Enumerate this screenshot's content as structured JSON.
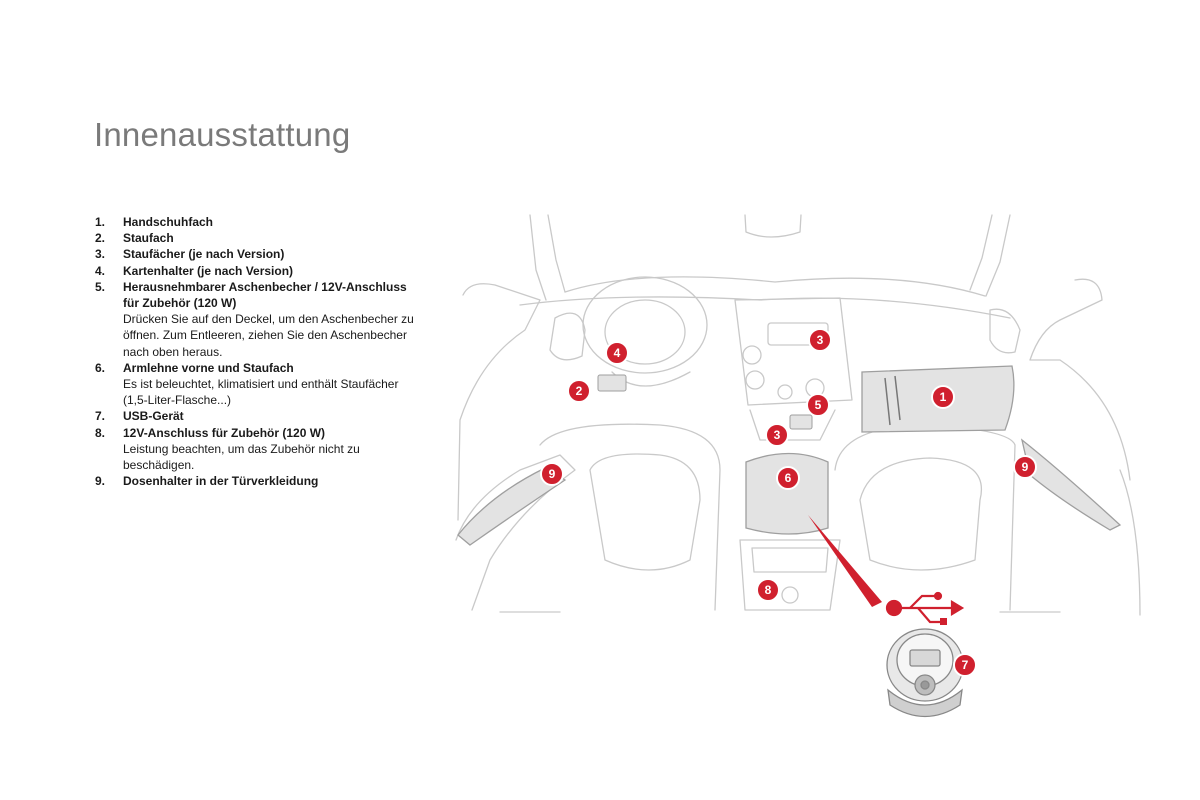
{
  "title": "Innenausstattung",
  "legend": [
    {
      "num": "1.",
      "label": "Handschuhfach",
      "desc": ""
    },
    {
      "num": "2.",
      "label": "Staufach",
      "desc": ""
    },
    {
      "num": "3.",
      "label": "Staufächer (je nach Version)",
      "desc": ""
    },
    {
      "num": "4.",
      "label": "Kartenhalter (je nach Version)",
      "desc": ""
    },
    {
      "num": "5.",
      "label": "Herausnehmbarer Aschenbecher / 12V-Anschluss für Zubehör (120 W)",
      "desc": "Drücken Sie auf den Deckel, um den Aschenbecher zu öffnen. Zum Entleeren, ziehen Sie den Aschenbecher nach oben heraus."
    },
    {
      "num": "6.",
      "label": "Armlehne vorne und Staufach",
      "desc": "Es ist beleuchtet, klimatisiert und enthält Staufächer (1,5-Liter-Flasche...)"
    },
    {
      "num": "7.",
      "label": "USB-Gerät",
      "desc": ""
    },
    {
      "num": "8.",
      "label": "12V-Anschluss für Zubehör (120 W)",
      "desc": "Leistung beachten, um das Zubehör nicht zu beschädigen."
    },
    {
      "num": "9.",
      "label": "Dosenhalter in der Türverkleidung",
      "desc": ""
    }
  ],
  "badges": [
    "1",
    "2",
    "3",
    "3",
    "4",
    "5",
    "6",
    "7",
    "8",
    "9",
    "9"
  ],
  "colors": {
    "badge": "#d0202e",
    "line": "#c8c8c8",
    "highlight": "#e4e4e4",
    "title": "#7a7a7a"
  }
}
